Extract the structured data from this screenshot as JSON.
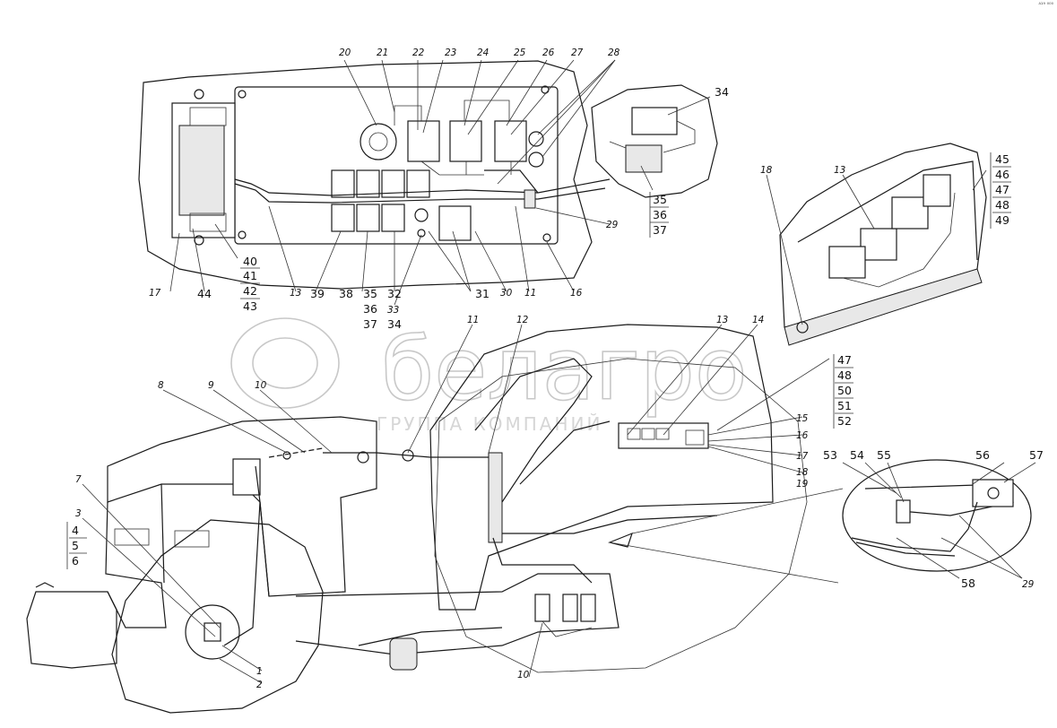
{
  "corner_mark": "ᴬ¹⁹ ⁰⁰⁰",
  "watermark": {
    "brand": "белагро",
    "subtitle": "ГРУППА КОМПАНИЙ"
  },
  "labels": {
    "top_box": [
      "20",
      "21",
      "22",
      "23",
      "24",
      "25",
      "26",
      "27",
      "28"
    ],
    "left_panel": [
      "17",
      "44",
      "40",
      "41",
      "42",
      "43",
      "13",
      "39",
      "38",
      "35",
      "36",
      "37",
      "32",
      "33",
      "34",
      "31",
      "30",
      "11",
      "16",
      "29"
    ],
    "inset_right": [
      "34",
      "35",
      "36",
      "37",
      "18",
      "13",
      "45",
      "46",
      "47",
      "48",
      "49"
    ],
    "stack_mid": [
      "47",
      "48",
      "50",
      "51",
      "52"
    ],
    "tractor": [
      "7",
      "3",
      "4",
      "5",
      "6",
      "8",
      "9",
      "10",
      "11",
      "12",
      "13",
      "14",
      "15",
      "16",
      "17",
      "18",
      "19",
      "1",
      "2",
      "10"
    ],
    "circle_right": [
      "53",
      "54",
      "55",
      "56",
      "57",
      "58",
      "29"
    ]
  }
}
